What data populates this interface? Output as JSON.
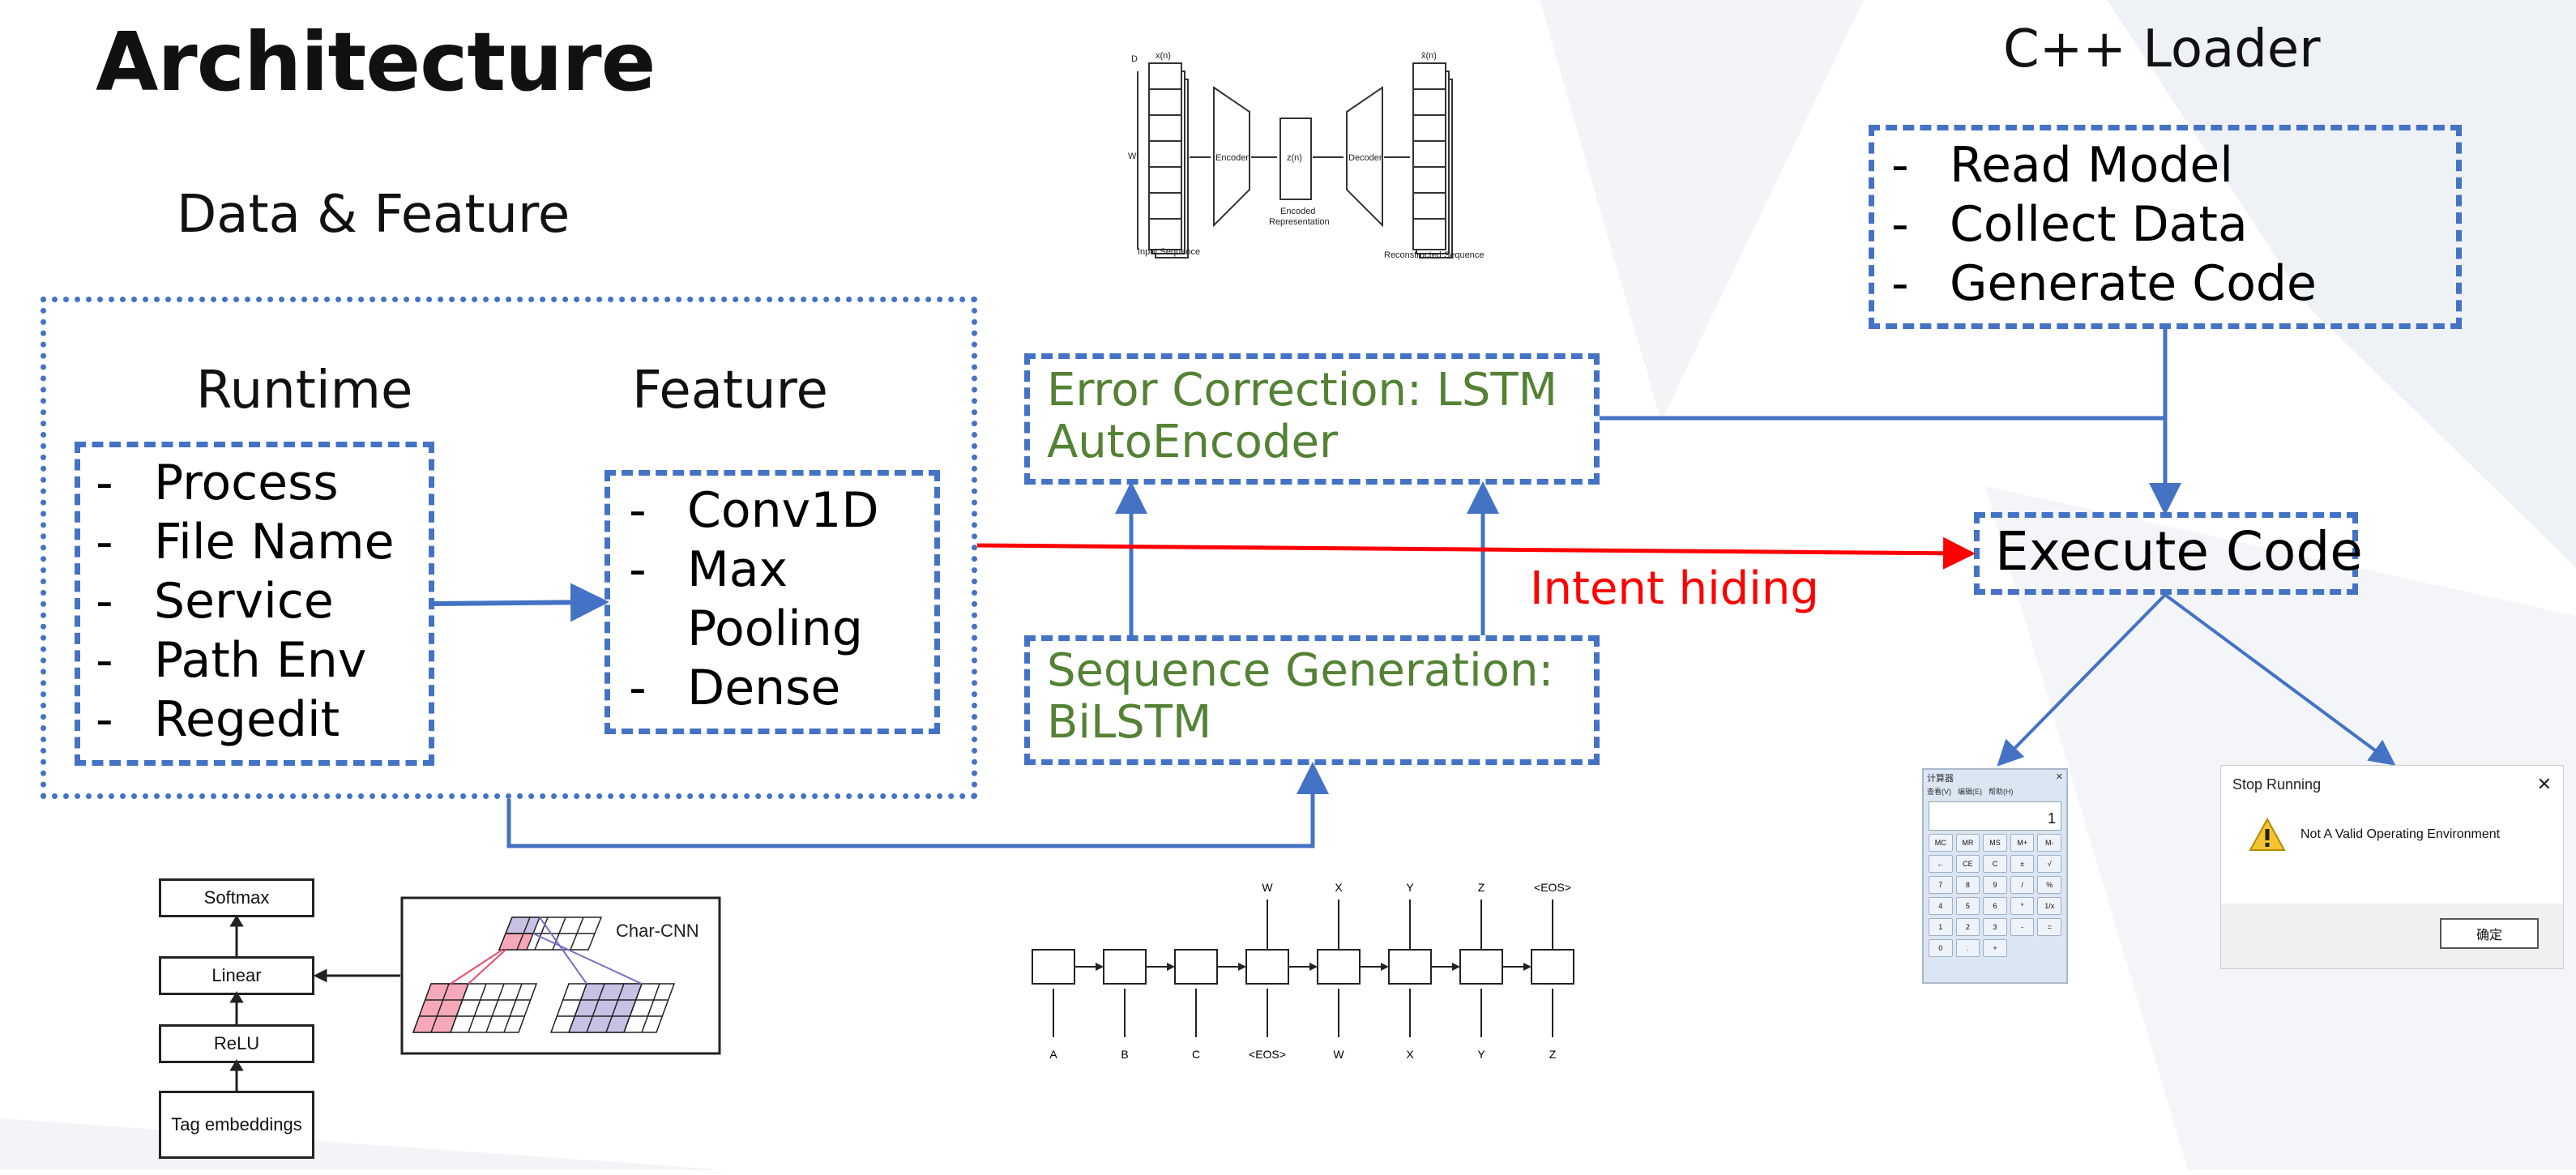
{
  "title": "Architecture",
  "data_feature": {
    "heading": "Data & Feature",
    "runtime": {
      "heading": "Runtime",
      "items": [
        "Process",
        "File Name",
        "Service",
        "Path Env",
        "Regedit"
      ]
    },
    "feature": {
      "heading": "Feature",
      "items": [
        "Conv1D",
        "Max Pooling",
        "Dense"
      ]
    }
  },
  "error_correction": {
    "line1": "Error Correction: LSTM",
    "line2": "AutoEncoder"
  },
  "sequence_generation": {
    "line1": "Sequence Generation:",
    "line2": "BiLSTM"
  },
  "cpp_loader": {
    "heading": "C++ Loader",
    "items": [
      "Read Model",
      "Collect Data",
      "Generate Code"
    ]
  },
  "execute_code": "Execute Code",
  "intent_hiding": "Intent hiding",
  "list_marker": "-",
  "autoencoder_figure": {
    "d_label": "D",
    "x_label": "x(n)",
    "w_label": "W",
    "encoder": "Encoder",
    "z_label": "z(n)",
    "decoder": "Decoder",
    "xhat_label": "x̂(n)",
    "input_caption": "Input Sequence",
    "encoded_caption_1": "Encoded",
    "encoded_caption_2": "Representation",
    "reconstructed_caption": "Reconstructed Sequence"
  },
  "charcnn_figure": {
    "softmax": "Softmax",
    "linear": "Linear",
    "relu": "ReLU",
    "tag_embeddings": "Tag embeddings",
    "char_cnn": "Char-CNN"
  },
  "seq_figure": {
    "top_labels": [
      "W",
      "X",
      "Y",
      "Z",
      "<EOS>"
    ],
    "bottom_labels": [
      "A",
      "B",
      "C",
      "<EOS>",
      "W",
      "X",
      "Y",
      "Z"
    ]
  },
  "calculator": {
    "title": "计算器",
    "menu": [
      "查看(V)",
      "编辑(E)",
      "帮助(H)"
    ],
    "display": "1",
    "keys": [
      [
        "MC",
        "MR",
        "MS",
        "M+",
        "M-"
      ],
      [
        "←",
        "CE",
        "C",
        "±",
        "√"
      ],
      [
        "7",
        "8",
        "9",
        "/",
        "%"
      ],
      [
        "4",
        "5",
        "6",
        "*",
        "1/x"
      ],
      [
        "1",
        "2",
        "3",
        "-",
        "="
      ],
      [
        "0",
        ".",
        "+"
      ]
    ]
  },
  "dialog": {
    "title": "Stop Running",
    "message": "Not A Valid Operating Environment",
    "ok": "确定",
    "close": "✕"
  },
  "colors": {
    "accent": "#4472C4",
    "green": "#548235",
    "red": "#FF0000"
  }
}
